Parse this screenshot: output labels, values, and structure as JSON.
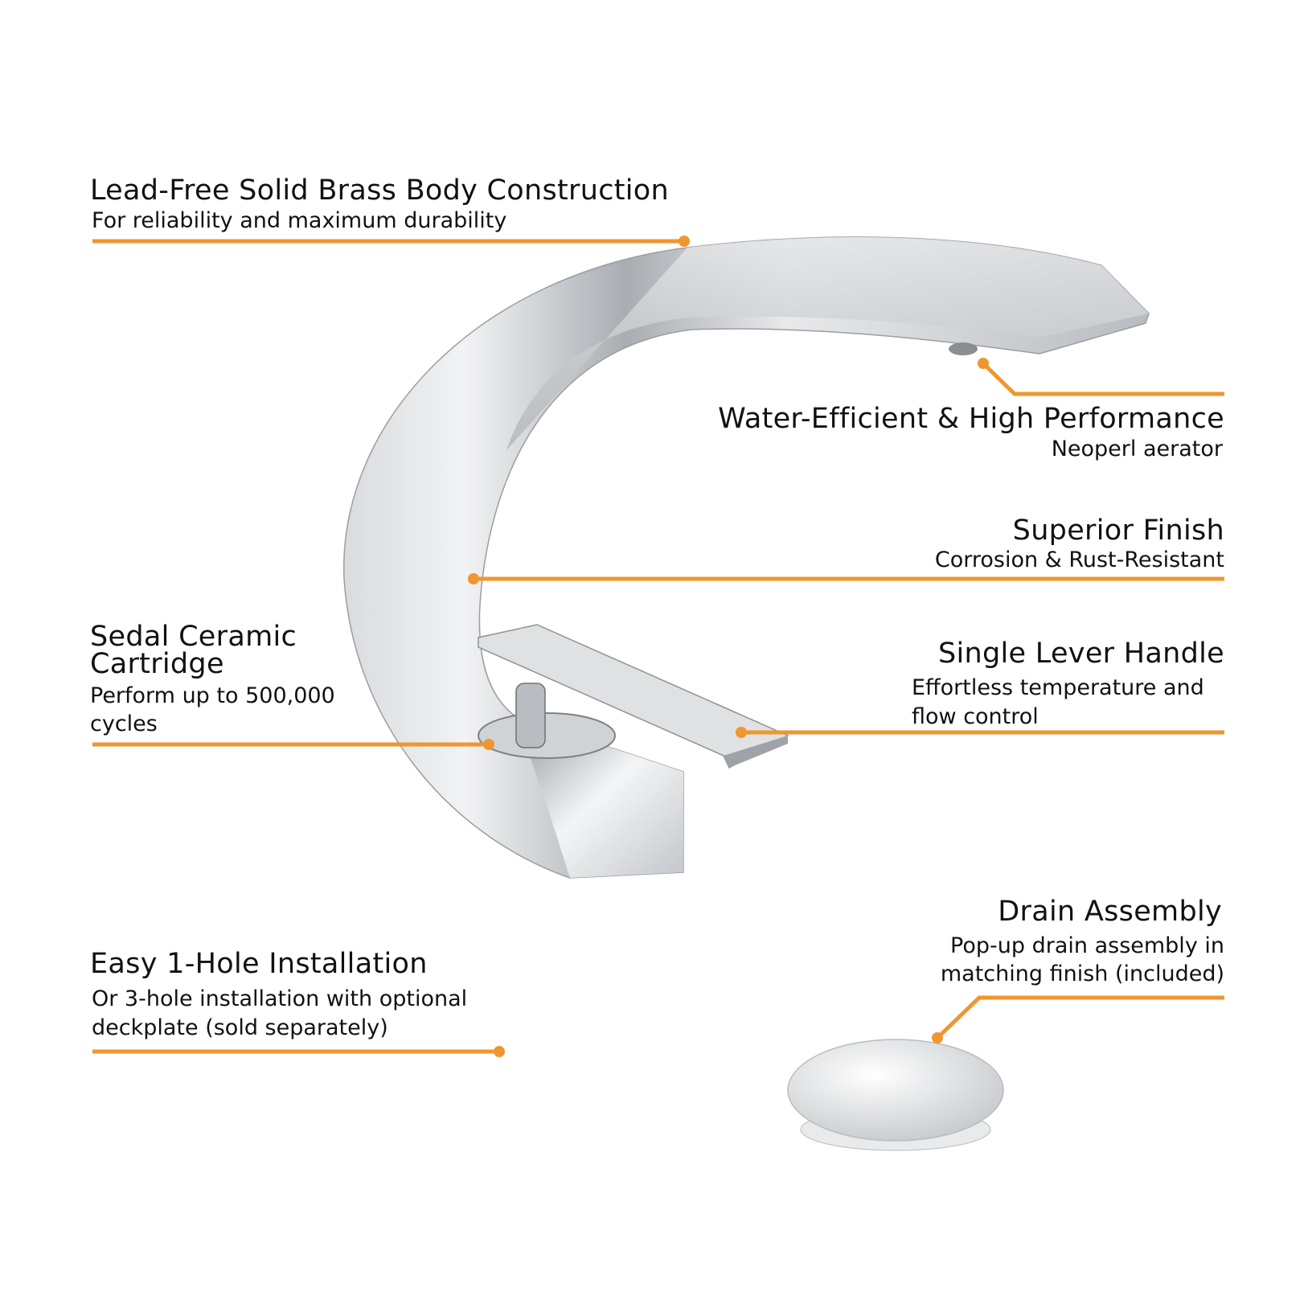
{
  "accent_color": "#F0962E",
  "features": {
    "brass_body": {
      "title": "Lead-Free Solid Brass Body Construction",
      "subtitle": "For reliability and maximum durability"
    },
    "water_efficient": {
      "title": "Water-Efficient & High Performance",
      "subtitle": "Neoperl aerator"
    },
    "superior_finish": {
      "title": "Superior Finish",
      "subtitle": "Corrosion & Rust-Resistant"
    },
    "ceramic_cartridge": {
      "title_line1": "Sedal Ceramic",
      "title_line2": "Cartridge",
      "subtitle_line1": "Perform up to 500,000",
      "subtitle_line2": "cycles"
    },
    "lever_handle": {
      "title": "Single Lever Handle",
      "subtitle_line1": "Effortless temperature and",
      "subtitle_line2": "flow control"
    },
    "drain": {
      "title": "Drain Assembly",
      "subtitle_line1": "Pop-up drain assembly in",
      "subtitle_line2": "matching finish (included)"
    },
    "installation": {
      "title": "Easy 1-Hole Installation",
      "subtitle_line1": "Or 3-hole installation with optional",
      "subtitle_line2": "deckplate (sold separately)"
    }
  }
}
